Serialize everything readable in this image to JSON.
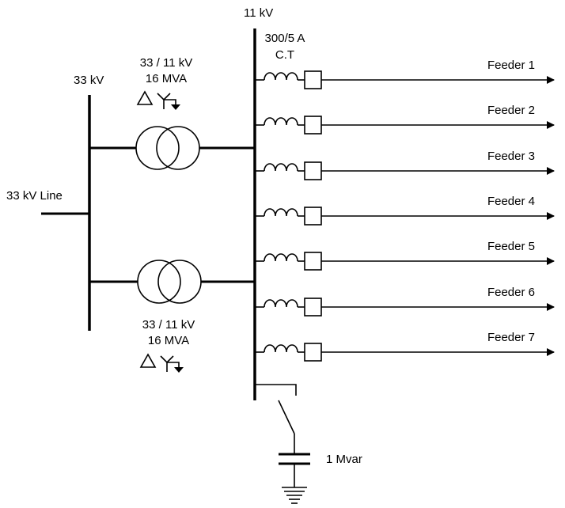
{
  "labels": {
    "hv_bus": "33 kV",
    "lv_bus": "11 kV",
    "incoming_line": "33 kV Line",
    "ct_rating": "300/5 A",
    "ct_name": "C.T",
    "capacitor": "1 Mvar"
  },
  "transformers": [
    {
      "ratio": "33 / 11 kV",
      "rating": "16 MVA"
    },
    {
      "ratio": "33 / 11 kV",
      "rating": "16 MVA"
    }
  ],
  "feeders": [
    "Feeder 1",
    "Feeder 2",
    "Feeder 3",
    "Feeder 4",
    "Feeder 5",
    "Feeder 6",
    "Feeder 7"
  ],
  "colors": {
    "ink": "#000000",
    "background": "#ffffff"
  }
}
